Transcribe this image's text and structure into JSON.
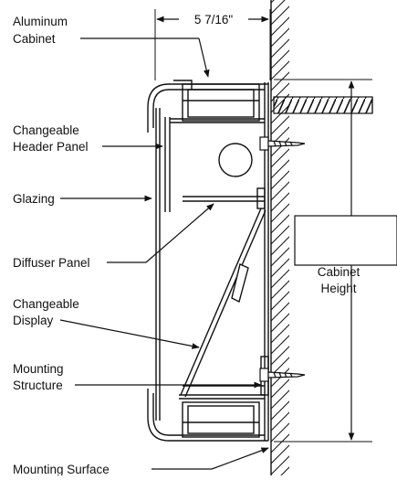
{
  "colors": {
    "ink": "#111111",
    "paper": "#ffffff"
  },
  "dimension": {
    "width_label": "5 7/16\""
  },
  "callouts": {
    "aluminum_cabinet": [
      "Aluminum",
      "Cabinet"
    ],
    "header_panel": [
      "Changeable",
      "Header Panel"
    ],
    "glazing": [
      "Glazing"
    ],
    "diffuser_panel": [
      "Diffuser Panel"
    ],
    "display": [
      "Changeable",
      "Display"
    ],
    "mounting_structure": [
      "Mounting",
      "Structure"
    ],
    "mounting_surface": [
      "Mounting Surface"
    ]
  },
  "height_label": [
    "Cabinet",
    "Height"
  ]
}
